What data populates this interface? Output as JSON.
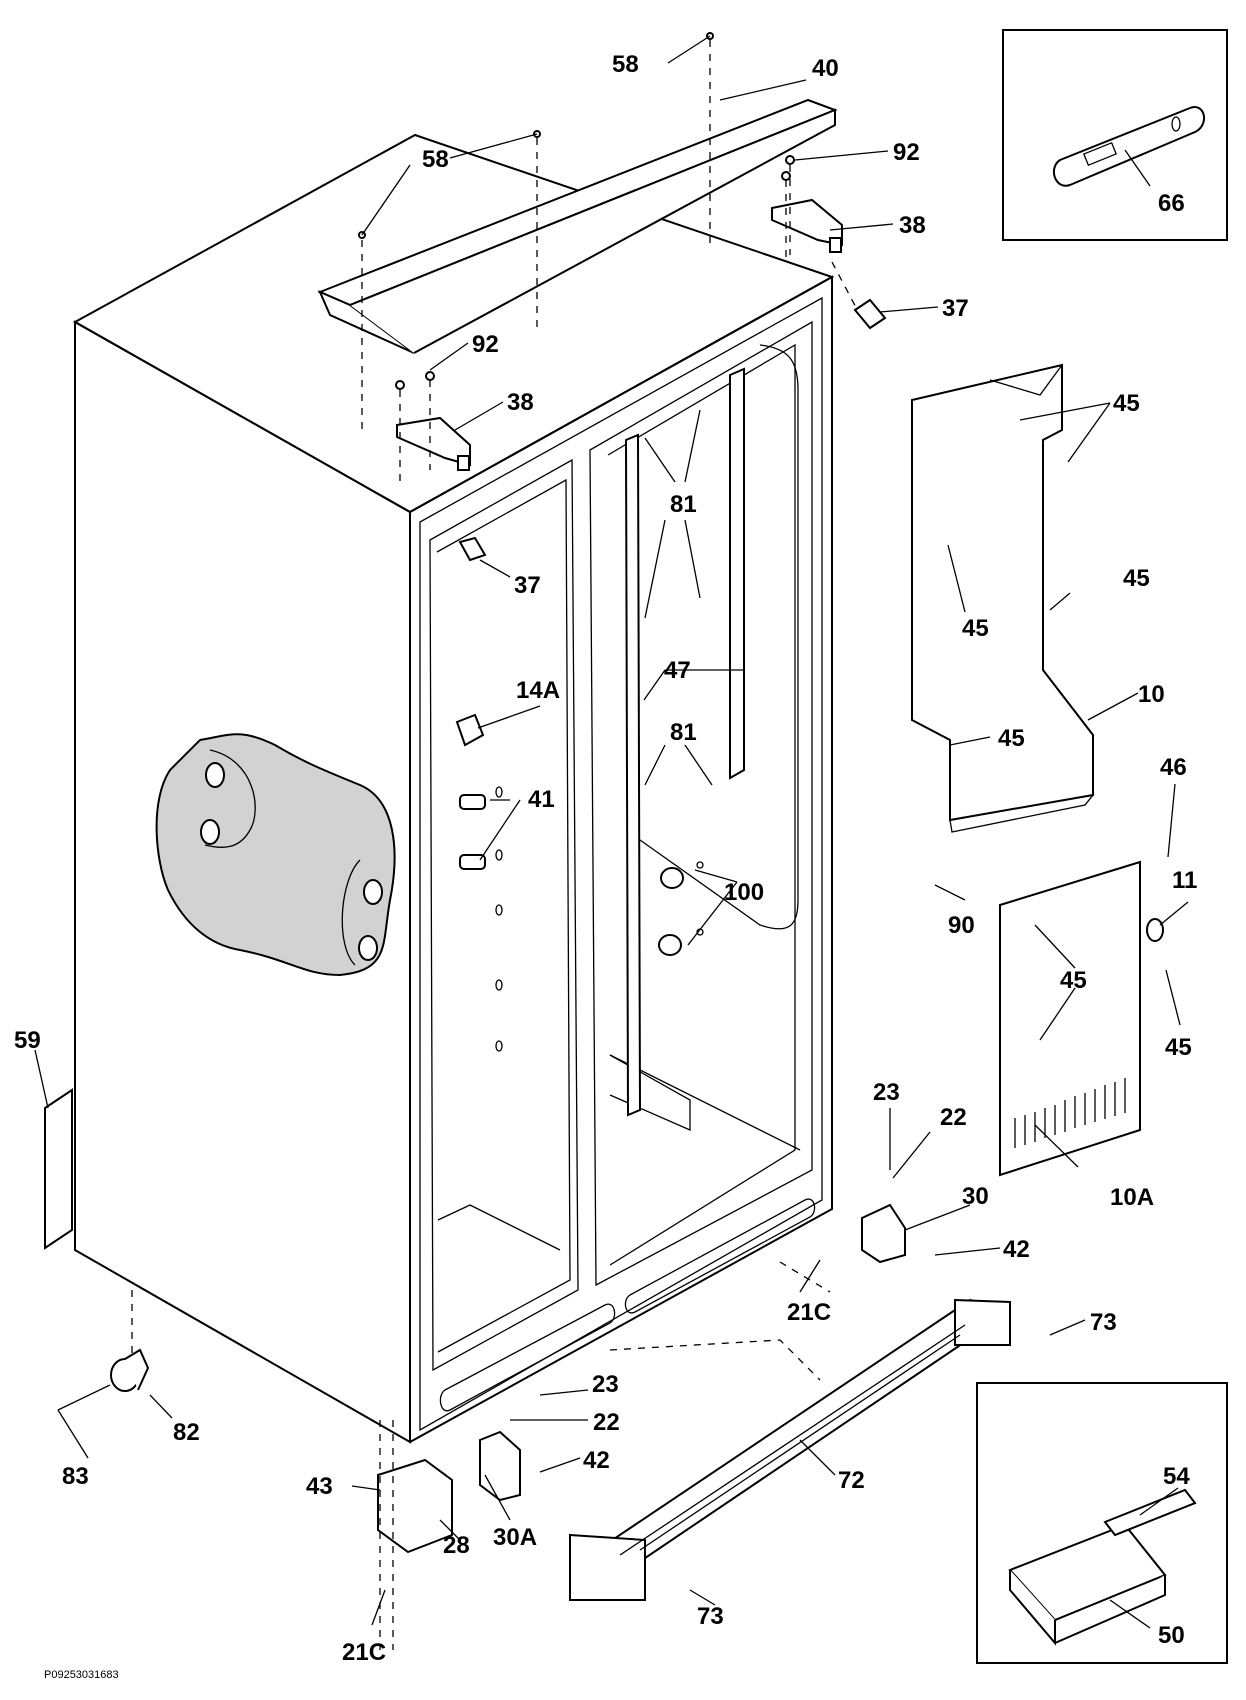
{
  "document_id": "P09253031683",
  "callouts": {
    "c58a": "58",
    "c40": "40",
    "c58b": "58",
    "c92a": "92",
    "c38a": "38",
    "c37a": "37",
    "c92b": "92",
    "c38b": "38",
    "c45a": "45",
    "c37b": "37",
    "c81a": "81",
    "c45b": "45",
    "c45c": "45",
    "c14a": "14A",
    "c47": "47",
    "c10": "10",
    "c45d": "45",
    "c81b": "81",
    "c41": "41",
    "c46": "46",
    "c100": "100",
    "c11": "11",
    "c90": "90",
    "c45e": "45",
    "c45f": "45",
    "c59": "59",
    "c23a": "23",
    "c22a": "22",
    "c30": "30",
    "c42a": "42",
    "c10a": "10A",
    "c21ca": "21C",
    "c73a": "73",
    "c23b": "23",
    "c22b": "22",
    "c42b": "42",
    "c82": "82",
    "c72": "72",
    "c43": "43",
    "c30a": "30A",
    "c83": "83",
    "c28": "28",
    "c73b": "73",
    "c21cb": "21C",
    "c66": "66",
    "c54": "54",
    "c50": "50"
  }
}
